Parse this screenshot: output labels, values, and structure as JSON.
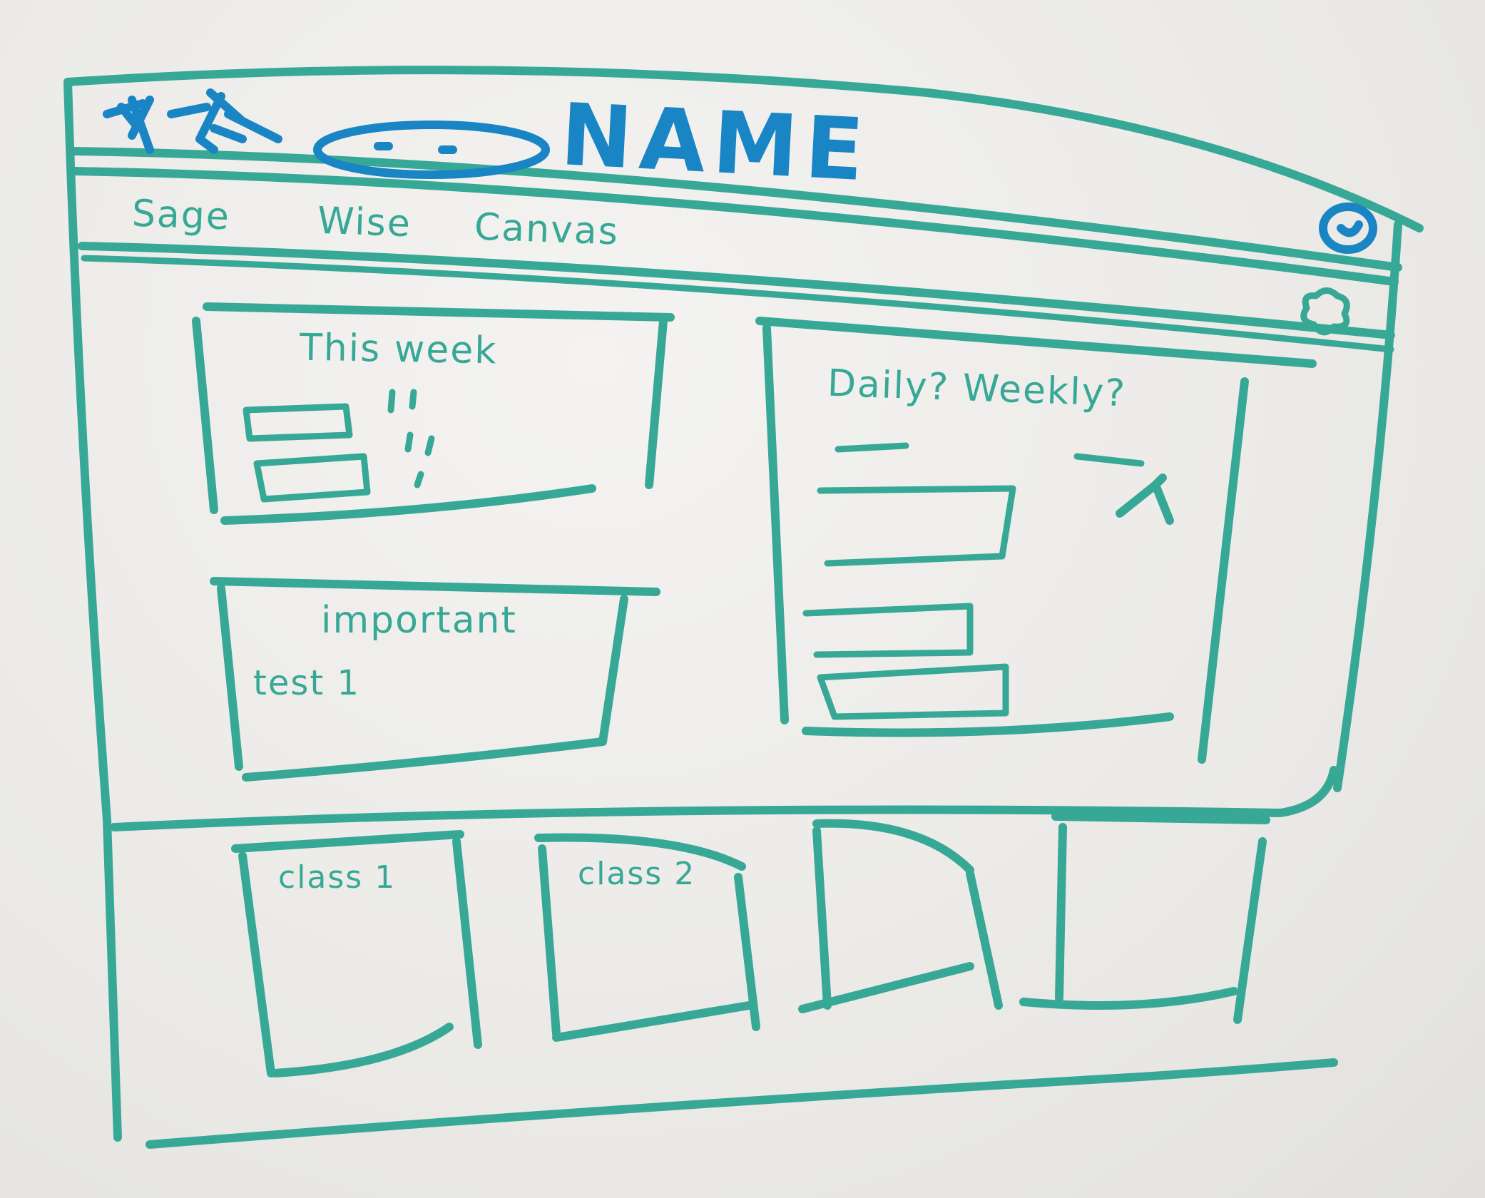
{
  "header": {
    "title": "NAME"
  },
  "nav": {
    "items": [
      {
        "label": "Sage"
      },
      {
        "label": "Wise"
      },
      {
        "label": "Canvas"
      }
    ]
  },
  "cards": {
    "this_week": {
      "title": "This week"
    },
    "daily_weekly": {
      "daily_label": "Daily?",
      "weekly_label": "Weekly?"
    },
    "important": {
      "title": "important",
      "items": [
        "test 1"
      ]
    }
  },
  "classes": [
    {
      "label": "class 1"
    },
    {
      "label": "class 2"
    },
    {
      "label": ""
    },
    {
      "label": ""
    }
  ],
  "icons": {
    "logo": "tree-logo-icon",
    "search": "search-bar-icon",
    "account": "profile-icon",
    "settings": "gear-icon",
    "daily_weekly_toggle": "toggle-icon"
  },
  "colors": {
    "marker_green": "#38a896",
    "marker_blue": "#1a85c4",
    "board": "#ecebe8"
  }
}
